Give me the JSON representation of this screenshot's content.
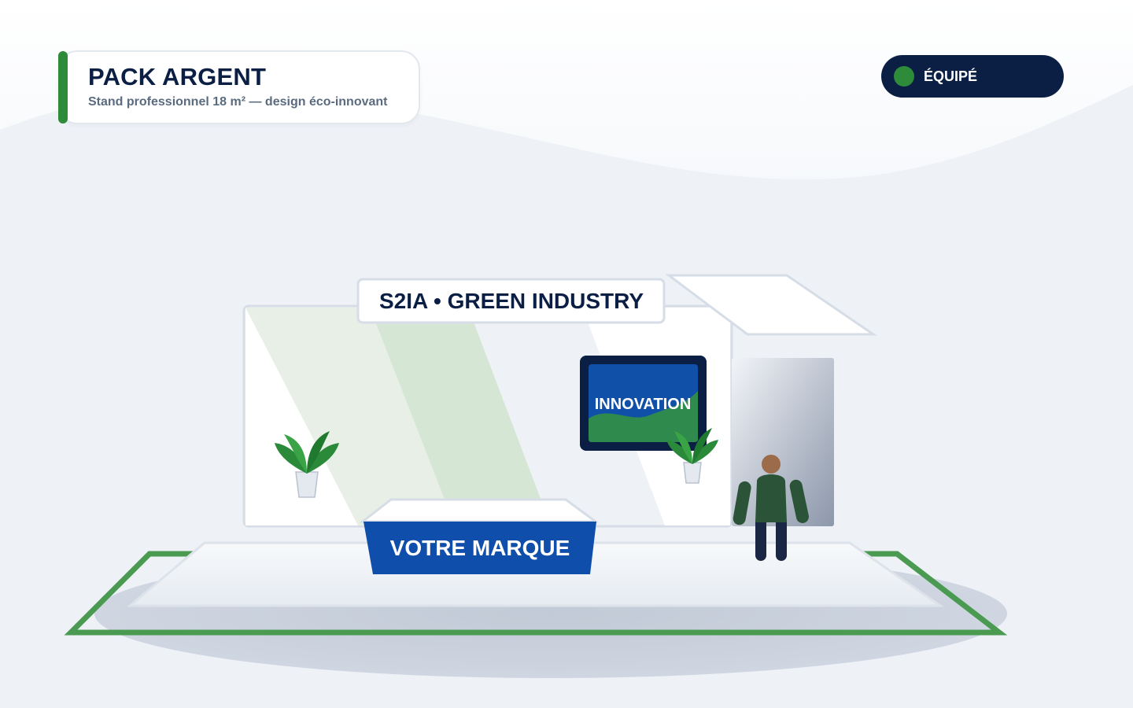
{
  "pack": {
    "title": "PACK ARGENT",
    "subtitle": "Stand professionnel 18 m² — design éco-innovant"
  },
  "status": {
    "label": "ÉQUIPÉ"
  },
  "stand": {
    "header_sign": "S2IA • GREEN INDUSTRY",
    "screen_text": "INNOVATION",
    "counter_text": "VOTRE MARQUE"
  },
  "colors": {
    "accent_green": "#2e8b3a",
    "navy": "#0b1f45",
    "brand_blue": "#0f4eab",
    "text_slate": "#5b6b7f",
    "floor_outline_green": "#4a9a52"
  },
  "icons": {
    "status_dot": "green-dot-icon",
    "plants": "potted-plant-icon",
    "visitor": "person-figure"
  }
}
